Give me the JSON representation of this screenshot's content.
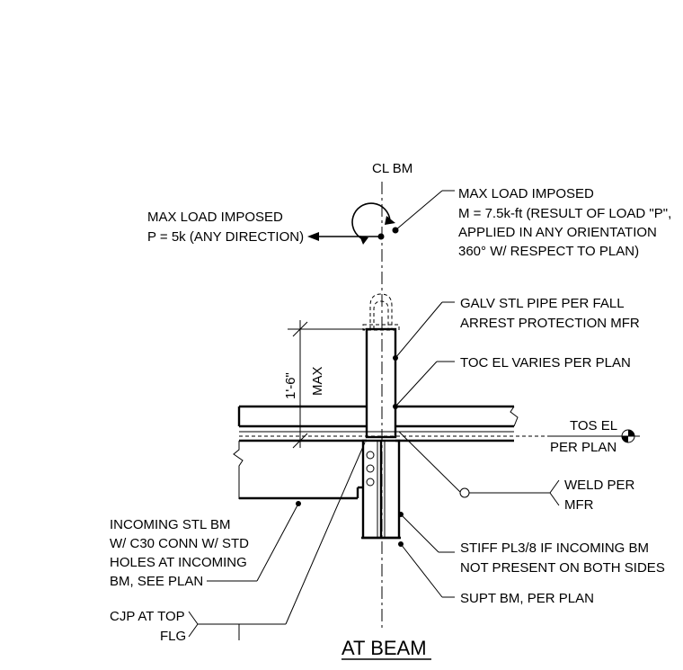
{
  "labels": {
    "cl_bm": "CL BM",
    "load_p_1": "MAX LOAD IMPOSED",
    "load_p_2": "P = 5k (ANY DIRECTION)",
    "load_m_1": "MAX LOAD IMPOSED",
    "load_m_2": "M = 7.5k-ft (RESULT OF LOAD \"P\",",
    "load_m_3": "APPLIED IN ANY ORIENTATION",
    "load_m_4": "360° W/ RESPECT TO PLAN)",
    "pipe_1": "GALV STL PIPE PER FALL",
    "pipe_2": "ARREST PROTECTION MFR",
    "toc_el": "TOC EL VARIES PER PLAN",
    "dim_height": "1'-6\"",
    "dim_max": "MAX",
    "tos_1": "TOS EL",
    "tos_2": "PER PLAN",
    "weld_1": "WELD PER",
    "weld_2": "MFR",
    "incoming_1": "INCOMING STL BM",
    "incoming_2": "W/ C30 CONN W/ STD",
    "incoming_3": "HOLES AT INCOMING",
    "incoming_4": "BM, SEE PLAN",
    "stiff_1": "STIFF PL3/8 IF INCOMING BM",
    "stiff_2": "NOT PRESENT ON BOTH SIDES",
    "supt_bm": "SUPT BM, PER PLAN",
    "cjp_1": "CJP AT TOP",
    "cjp_2": "FLG",
    "title": "AT BEAM"
  }
}
